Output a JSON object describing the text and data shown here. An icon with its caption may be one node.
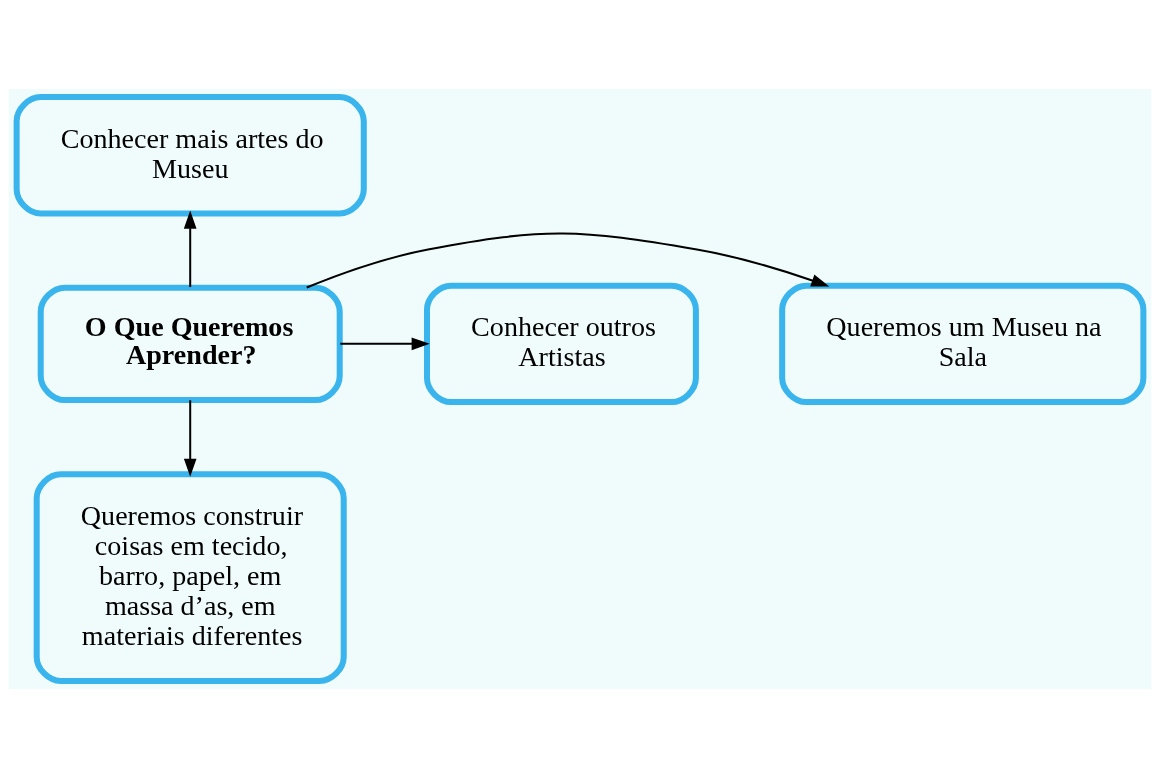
{
  "diagram": {
    "nodes": [
      {
        "text": [
          "Conhecer mais artes do Museu"
        ]
      },
      {
        "text": [
          "Queremos um Museu na Sala"
        ]
      },
      {
        "text": [
          "O Que Queremos Aprender?"
        ]
      },
      {
        "text": [
          "Conhecer outros Artistas"
        ]
      },
      {
        "text": [
          "Queremos construir coisas em tecido, barro, papel, em massa d’as, em materiais diferentes"
        ]
      }
    ],
    "edges": [
      {
        "from": 2,
        "to": 0,
        "arrow": "to"
      },
      {
        "from": 2,
        "to": 1,
        "arrow": "to"
      },
      {
        "from": 2,
        "to": 3,
        "arrow": "to"
      },
      {
        "from": 2,
        "to": 4,
        "arrow": "to"
      }
    ]
  }
}
